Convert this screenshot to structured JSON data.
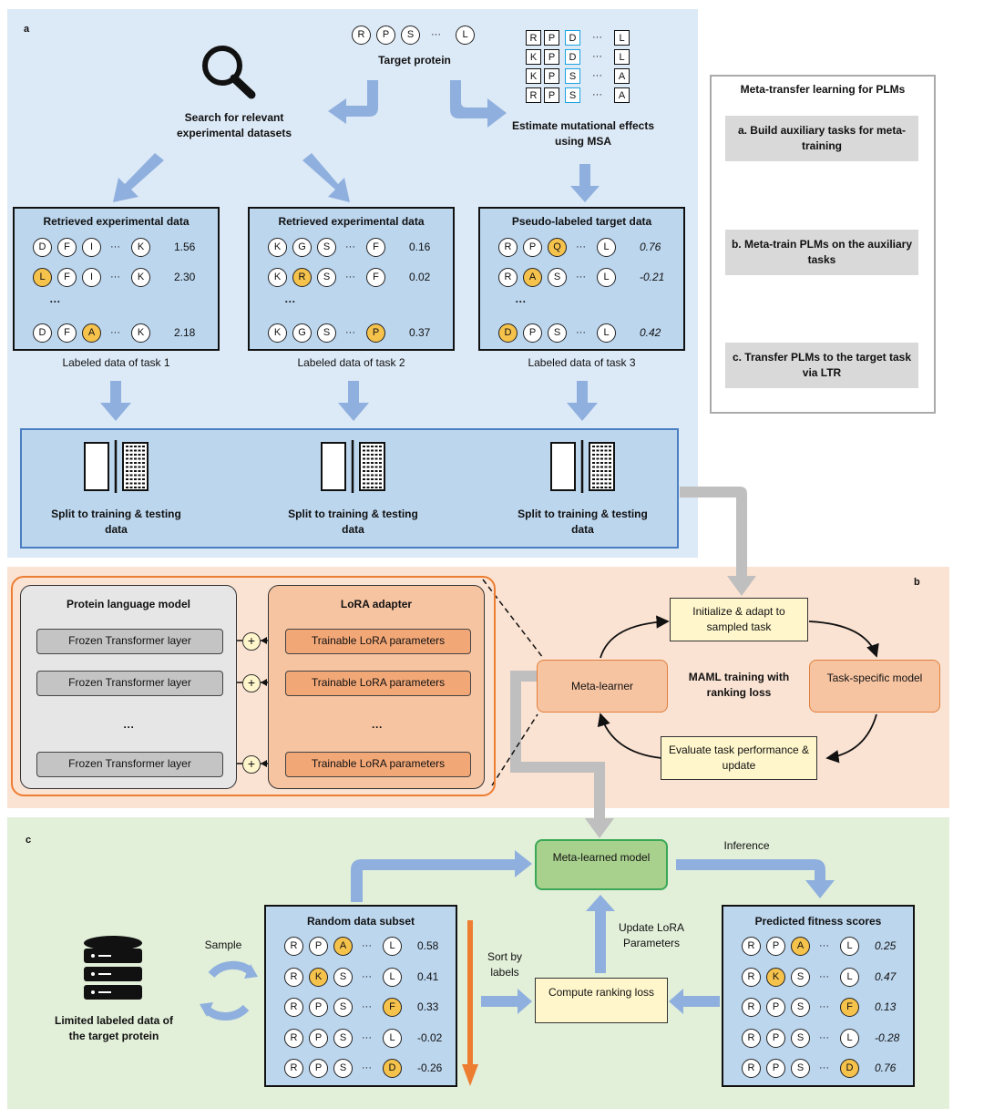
{
  "panel_labels": {
    "a": "a",
    "b": "b",
    "c": "c"
  },
  "target": {
    "label": "Target protein",
    "residues": [
      "R",
      "P",
      "S",
      "L"
    ],
    "ellipsis": "···"
  },
  "search_text": "Search for relevant experimental datasets",
  "estimate_text": "Estimate mutational effects using MSA",
  "msa": {
    "rows": [
      [
        "R",
        "P",
        "D",
        "L"
      ],
      [
        "K",
        "P",
        "D",
        "L"
      ],
      [
        "K",
        "P",
        "S",
        "A"
      ],
      [
        "R",
        "P",
        "S",
        "A"
      ]
    ],
    "highlight_col": 2
  },
  "tasks": [
    {
      "title": "Retrieved experimental data",
      "caption": "Labeled data of task 1",
      "italic": false,
      "rows": [
        {
          "res": [
            "D",
            "F",
            "I",
            "K"
          ],
          "hl": [],
          "value": "1.56"
        },
        {
          "res": [
            "L",
            "F",
            "I",
            "K"
          ],
          "hl": [
            0
          ],
          "value": "2.30"
        },
        {
          "res": [
            "D",
            "F",
            "A",
            "K"
          ],
          "hl": [
            2
          ],
          "value": "2.18"
        }
      ]
    },
    {
      "title": "Retrieved experimental data",
      "caption": "Labeled data of task 2",
      "italic": false,
      "rows": [
        {
          "res": [
            "K",
            "G",
            "S",
            "F"
          ],
          "hl": [],
          "value": "0.16"
        },
        {
          "res": [
            "K",
            "R",
            "S",
            "F"
          ],
          "hl": [
            1
          ],
          "value": "0.02"
        },
        {
          "res": [
            "K",
            "G",
            "S",
            "P"
          ],
          "hl": [
            3
          ],
          "value": "0.37"
        }
      ]
    },
    {
      "title": "Pseudo-labeled target data",
      "caption": "Labeled data of task 3",
      "italic": true,
      "rows": [
        {
          "res": [
            "R",
            "P",
            "Q",
            "L"
          ],
          "hl": [
            2
          ],
          "value": "0.76"
        },
        {
          "res": [
            "R",
            "A",
            "S",
            "L"
          ],
          "hl": [
            1
          ],
          "value": "-0.21"
        },
        {
          "res": [
            "D",
            "P",
            "S",
            "L"
          ],
          "hl": [
            0
          ],
          "value": "0.42"
        }
      ]
    }
  ],
  "vdots": "···",
  "split_label": "Split to training & testing data",
  "meta_transfer": {
    "title": "Meta-transfer learning for PLMs",
    "steps": [
      "a. Build auxiliary tasks for meta-training",
      "b. Meta-train PLMs on the auxiliary tasks",
      "c. Transfer PLMs to the target task via LTR"
    ]
  },
  "plm": {
    "title": "Protein language model",
    "layer_label": "Frozen Transformer layer",
    "dots": "···"
  },
  "lora": {
    "title": "LoRA adapter",
    "param_label": "Trainable LoRA parameters",
    "dots": "···"
  },
  "maml": {
    "initialize": "Initialize & adapt to sampled task",
    "meta_learner": "Meta-learner",
    "center": "MAML training with ranking loss",
    "task_specific": "Task-specific model",
    "evaluate": "Evaluate task performance & update"
  },
  "panel_c": {
    "meta_learned": "Meta-learned model",
    "inference": "Inference",
    "update_lora": "Update LoRA Parameters",
    "sort_by": "Sort by labels",
    "compute": "Compute ranking loss",
    "sample": "Sample",
    "limited": "Limited labeled data of the target protein",
    "random_subset": {
      "title": "Random data subset",
      "rows": [
        {
          "res": [
            "R",
            "P",
            "A",
            "L"
          ],
          "hl": [
            2
          ],
          "value": "0.58"
        },
        {
          "res": [
            "R",
            "K",
            "S",
            "L"
          ],
          "hl": [
            1
          ],
          "value": "0.41"
        },
        {
          "res": [
            "R",
            "P",
            "S",
            "F"
          ],
          "hl": [
            3
          ],
          "value": "0.33"
        },
        {
          "res": [
            "R",
            "P",
            "S",
            "L"
          ],
          "hl": [],
          "value": "-0.02"
        },
        {
          "res": [
            "R",
            "P",
            "S",
            "D"
          ],
          "hl": [
            3
          ],
          "value": "-0.26"
        }
      ]
    },
    "predicted": {
      "title": "Predicted fitness scores",
      "rows": [
        {
          "res": [
            "R",
            "P",
            "A",
            "L"
          ],
          "hl": [
            2
          ],
          "value": "0.25"
        },
        {
          "res": [
            "R",
            "K",
            "S",
            "L"
          ],
          "hl": [
            1
          ],
          "value": "0.47"
        },
        {
          "res": [
            "R",
            "P",
            "S",
            "F"
          ],
          "hl": [
            3
          ],
          "value": "0.13"
        },
        {
          "res": [
            "R",
            "P",
            "S",
            "L"
          ],
          "hl": [],
          "value": "-0.28"
        },
        {
          "res": [
            "R",
            "P",
            "S",
            "D"
          ],
          "hl": [
            3
          ],
          "value": "0.76"
        }
      ]
    }
  },
  "colors": {
    "arrow_blue": "#8fb0de",
    "arrow_gray": "#bfbfbf",
    "arrow_orange": "#ed7d31",
    "highlight": "#f5c24c"
  }
}
